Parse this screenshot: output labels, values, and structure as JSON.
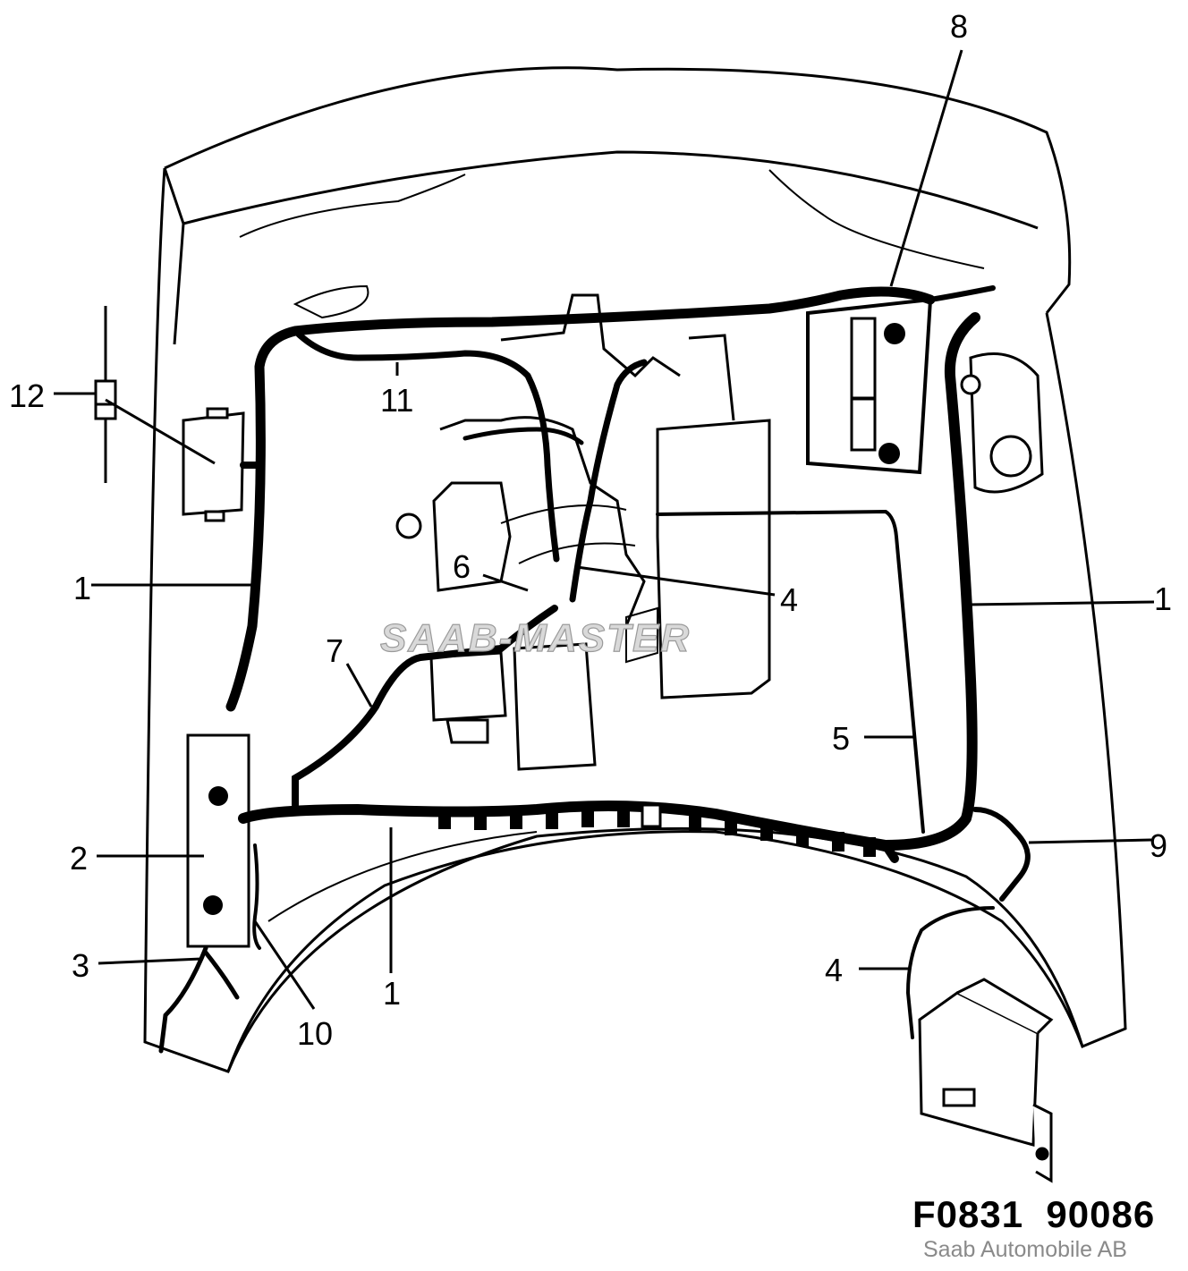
{
  "callouts": [
    {
      "id": "1a",
      "label": "1"
    },
    {
      "id": "1b",
      "label": "1"
    },
    {
      "id": "1c",
      "label": "1"
    },
    {
      "id": "2",
      "label": "2"
    },
    {
      "id": "3",
      "label": "3"
    },
    {
      "id": "4a",
      "label": "4"
    },
    {
      "id": "4b",
      "label": "4"
    },
    {
      "id": "5",
      "label": "5"
    },
    {
      "id": "6",
      "label": "6"
    },
    {
      "id": "7",
      "label": "7"
    },
    {
      "id": "8",
      "label": "8"
    },
    {
      "id": "9",
      "label": "9"
    },
    {
      "id": "10",
      "label": "10"
    },
    {
      "id": "11",
      "label": "11"
    },
    {
      "id": "12",
      "label": "12"
    }
  ],
  "figure_code": "F0831  90086",
  "copyright": "Saab Automobile AB",
  "watermark": "SAAB-MASTER"
}
